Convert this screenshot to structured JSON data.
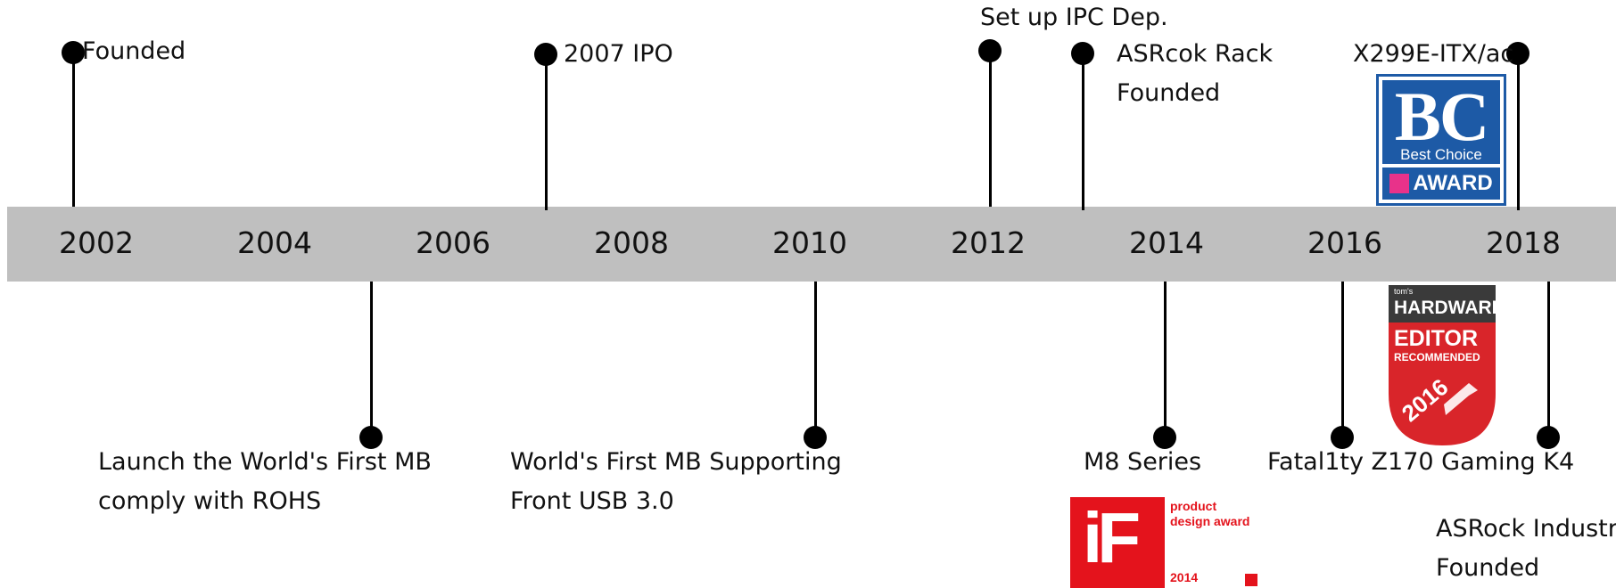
{
  "years": [
    "2002",
    "2004",
    "2006",
    "2008",
    "2010",
    "2012",
    "2014",
    "2016",
    "2018"
  ],
  "events": {
    "founded": [
      "Founded"
    ],
    "ipo": [
      "2007 IPO"
    ],
    "ipc": [
      "Set up IPC Dep."
    ],
    "rack": [
      "ASRcok Rack",
      "Founded"
    ],
    "x299": [
      "X299E-ITX/ac"
    ],
    "rohs": [
      "Launch the World's First MB",
      "comply with ROHS"
    ],
    "usb3": [
      "World's First MB Supporting",
      "Front USB 3.0"
    ],
    "m8": [
      "M8 Series"
    ],
    "fatal1ty": [
      "Fatal1ty Z170 Gaming K4"
    ],
    "industrial": [
      "ASRock Industrial",
      "Founded"
    ]
  },
  "badges": {
    "bc": {
      "letters": "BC",
      "subtitle": "Best Choice",
      "award": "AWARD",
      "color": "#1d5aa6",
      "accent": "#e8328a"
    },
    "toms": {
      "brand_small": "tom's",
      "brand": "HARDWARE",
      "editor": "EDITOR",
      "recommended": "RECOMMENDED",
      "year": "2016",
      "color": "#d9252a"
    },
    "if": {
      "logo": "iF",
      "label_line1": "product",
      "label_line2": "design award",
      "year": "2014",
      "color": "#e4131c"
    }
  },
  "colors": {
    "band": "#bfbfbf",
    "marker": "#000000"
  }
}
